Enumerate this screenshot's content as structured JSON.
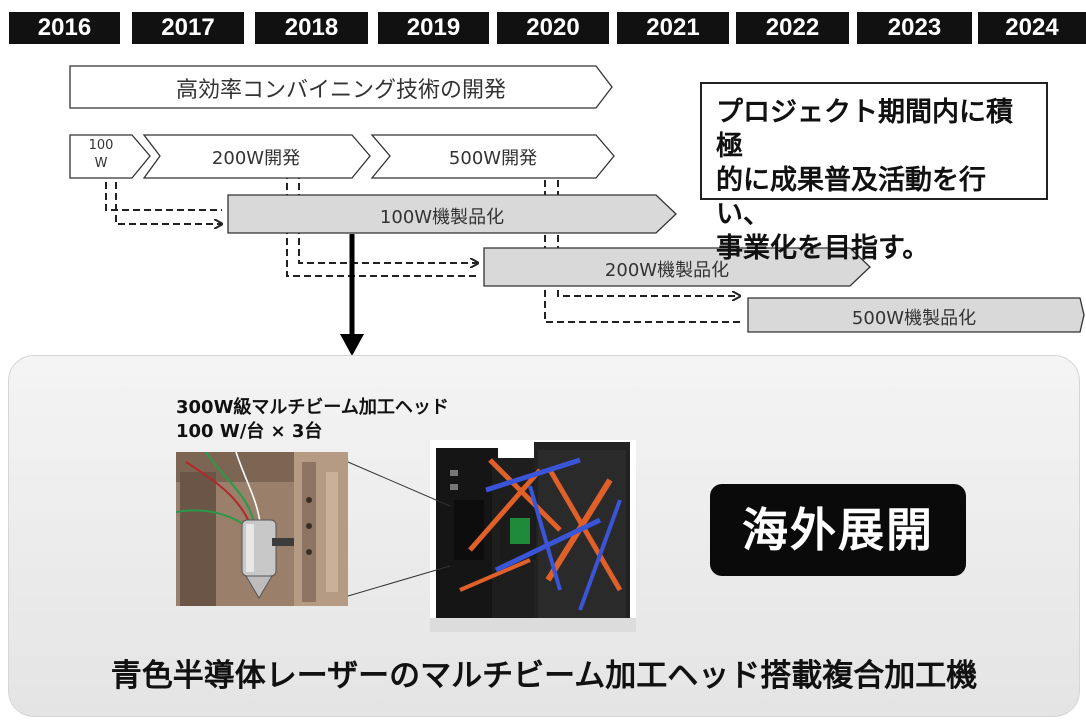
{
  "timeline": {
    "years": [
      "2016",
      "2017",
      "2018",
      "2019",
      "2020",
      "2021",
      "2022",
      "2023",
      "2024"
    ]
  },
  "tasks": {
    "combining": "高効率コンバイニング技術の開発",
    "dev_100w_line1": "100",
    "dev_100w_line2": "W",
    "dev_200w": "200W開発",
    "dev_500w": "500W開発",
    "prod_100w": "100W機製品化",
    "prod_200w": "200W機製品化",
    "prod_500w": "500W機製品化"
  },
  "goal_box": {
    "line1": "プロジェクト期間内に積極",
    "line2": "的に成果普及活動を行い、",
    "line3": "事業化を目指す。"
  },
  "product": {
    "head_title_line1": "300W級マルチビーム加工ヘッド",
    "head_title_line2": "100 W/台 × 3台",
    "badge": "海外展開",
    "caption": "青色半導体レーザーのマルチビーム加工ヘッド搭載複合加工機"
  },
  "colors": {
    "header_bar": "#111111",
    "task_fill": "#ffffff",
    "product_fill": "#d9d9d9",
    "panel_bg": "#ececec",
    "machine_orange": "#e0602a",
    "machine_blue": "#3a55d8"
  },
  "icons": {
    "flow_arrow": "dashed-arrow-icon",
    "down_arrow": "down-arrow-icon"
  }
}
